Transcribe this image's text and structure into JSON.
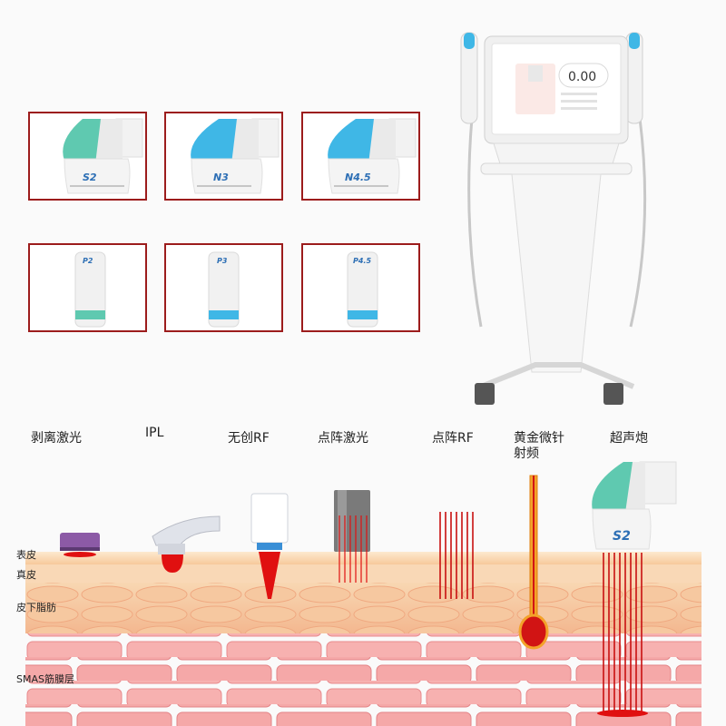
{
  "cartridges": [
    {
      "code": "S2"
    },
    {
      "code": "N3"
    },
    {
      "code": "N4.5"
    }
  ],
  "pens": [
    {
      "code": "P2"
    },
    {
      "code": "P3"
    },
    {
      "code": "P4.5"
    }
  ],
  "machine": {
    "display_value": "0.00"
  },
  "techniques": [
    {
      "label": "剥离激光"
    },
    {
      "label": "IPL"
    },
    {
      "label": "无创RF"
    },
    {
      "label": "点阵激光"
    },
    {
      "label": "点阵RF"
    },
    {
      "label_line1": "黄金微针",
      "label_line2": "射频"
    },
    {
      "label": "超声炮"
    }
  ],
  "layers": {
    "epidermis": "表皮",
    "dermis": "真皮",
    "fat": "皮下脂肪",
    "smas": "SMAS筋膜层"
  },
  "device_tip_code": "S2",
  "colors": {
    "frame": "#9c1c1c",
    "teal": "#5fc9b0",
    "cyan": "#3fb7e6",
    "red": "#d11414"
  }
}
